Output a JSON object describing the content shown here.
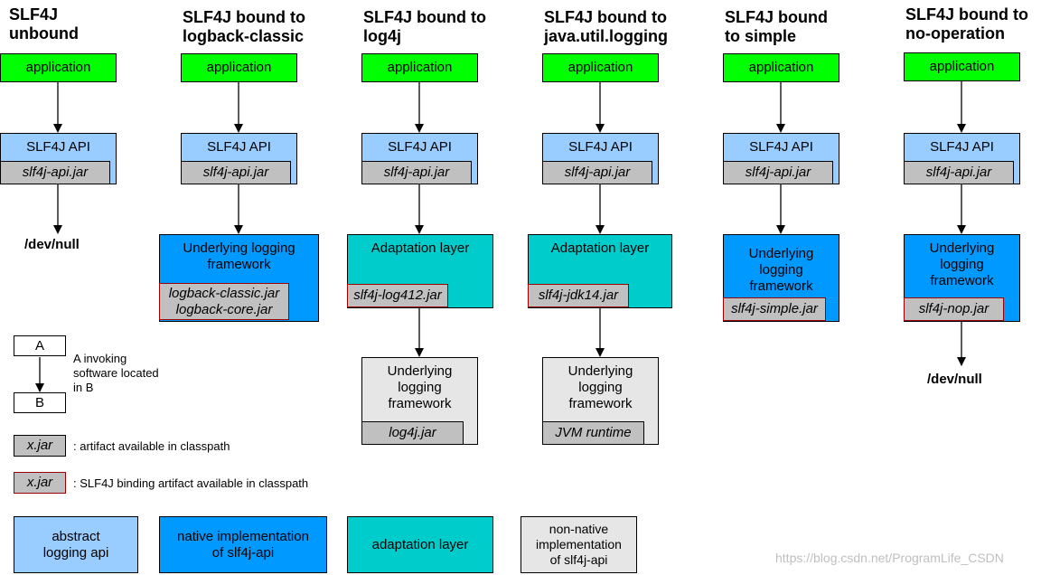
{
  "columns": [
    {
      "title": [
        "SLF4J",
        "unbound"
      ],
      "app": "application",
      "api": "SLF4J API",
      "api_jar": "slf4j-api.jar",
      "devnull": "/dev/null"
    },
    {
      "title": [
        "SLF4J bound to",
        "logback-classic"
      ],
      "app": "application",
      "api": "SLF4J API",
      "api_jar": "slf4j-api.jar",
      "native_label": "Underlying logging framework",
      "binding_jars": [
        "logback-classic.jar",
        "logback-core.jar"
      ]
    },
    {
      "title": [
        "SLF4J bound to",
        "log4j"
      ],
      "app": "application",
      "api": "SLF4J API",
      "api_jar": "slf4j-api.jar",
      "adapt_label": "Adaptation layer",
      "binding_jar": "slf4j-log412.jar",
      "nonnative_label": [
        "Underlying",
        "logging",
        "framework"
      ],
      "nonnative_jar": "log4j.jar"
    },
    {
      "title": [
        "SLF4J bound to",
        "java.util.logging"
      ],
      "app": "application",
      "api": "SLF4J API",
      "api_jar": "slf4j-api.jar",
      "adapt_label": "Adaptation layer",
      "binding_jar": "slf4j-jdk14.jar",
      "nonnative_label": [
        "Underlying",
        "logging",
        "framework"
      ],
      "nonnative_jar": "JVM runtime"
    },
    {
      "title": [
        "SLF4J bound",
        "to simple"
      ],
      "app": "application",
      "api": "SLF4J API",
      "api_jar": "slf4j-api.jar",
      "native_label": [
        "Underlying",
        "logging",
        "framework"
      ],
      "binding_jar": "slf4j-simple.jar"
    },
    {
      "title": [
        "SLF4J bound to",
        "no-operation"
      ],
      "app": "application",
      "api": "SLF4J API",
      "api_jar": "slf4j-api.jar",
      "native_label": [
        "Underlying",
        "logging",
        "framework"
      ],
      "binding_jar": "slf4j-nop.jar",
      "devnull": "/dev/null"
    }
  ],
  "legend": {
    "a": "A",
    "b": "B",
    "invoking": [
      "A invoking",
      "software located",
      "in B"
    ],
    "jar_sample": "x.jar",
    "artifact_text": ": artifact available in classpath",
    "binding_text": ": SLF4J binding artifact available in classpath",
    "abstract": [
      "abstract",
      "logging api"
    ],
    "native": [
      "native implementation",
      "of slf4j-api"
    ],
    "adaptation": "adaptation layer",
    "nonnative": [
      "non-native",
      "implementation",
      "of slf4j-api"
    ]
  },
  "watermark": "https://blog.csdn.net/ProgramLife_CSDN",
  "colors": {
    "application": "#00ff00",
    "abstract_api": "#99ccff",
    "native": "#0099ff",
    "adaptation": "#00cccc",
    "non_native": "#e6e6e6",
    "jar": "#c0c0c0",
    "binding_border": "#990000"
  }
}
